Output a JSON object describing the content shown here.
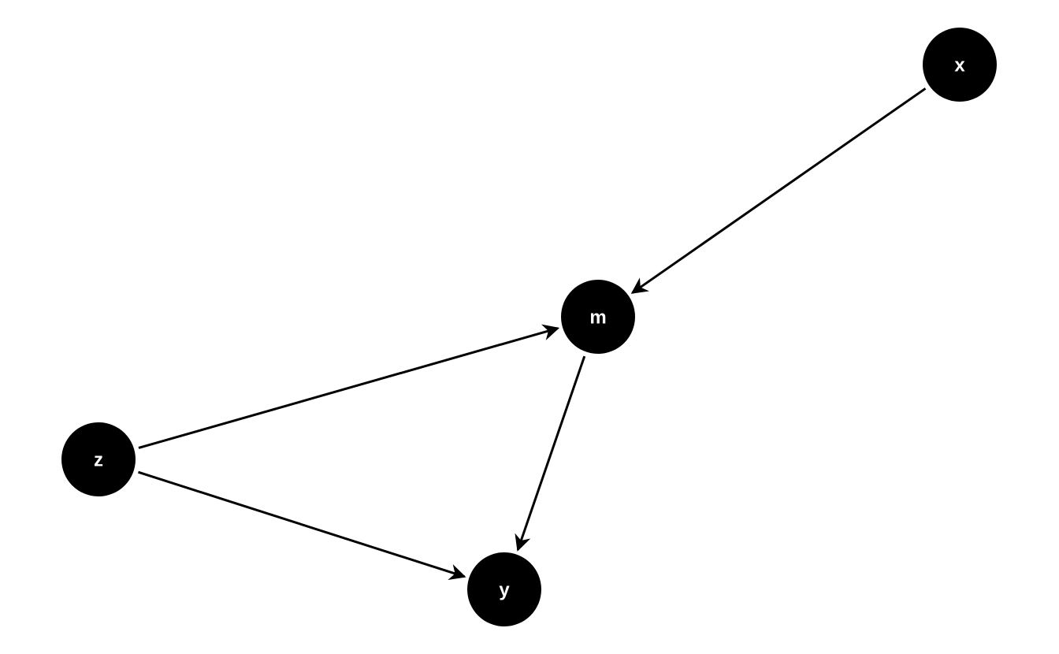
{
  "diagram": {
    "nodes": [
      {
        "id": "x",
        "label": "x"
      },
      {
        "id": "m",
        "label": "m"
      },
      {
        "id": "z",
        "label": "z"
      },
      {
        "id": "y",
        "label": "y"
      }
    ],
    "edges": [
      {
        "from": "x",
        "to": "m"
      },
      {
        "from": "z",
        "to": "m"
      },
      {
        "from": "z",
        "to": "y"
      },
      {
        "from": "m",
        "to": "y"
      }
    ],
    "colors": {
      "node_fill": "#000000",
      "node_text": "#ffffff",
      "edge": "#000000",
      "background": "#ffffff"
    }
  }
}
